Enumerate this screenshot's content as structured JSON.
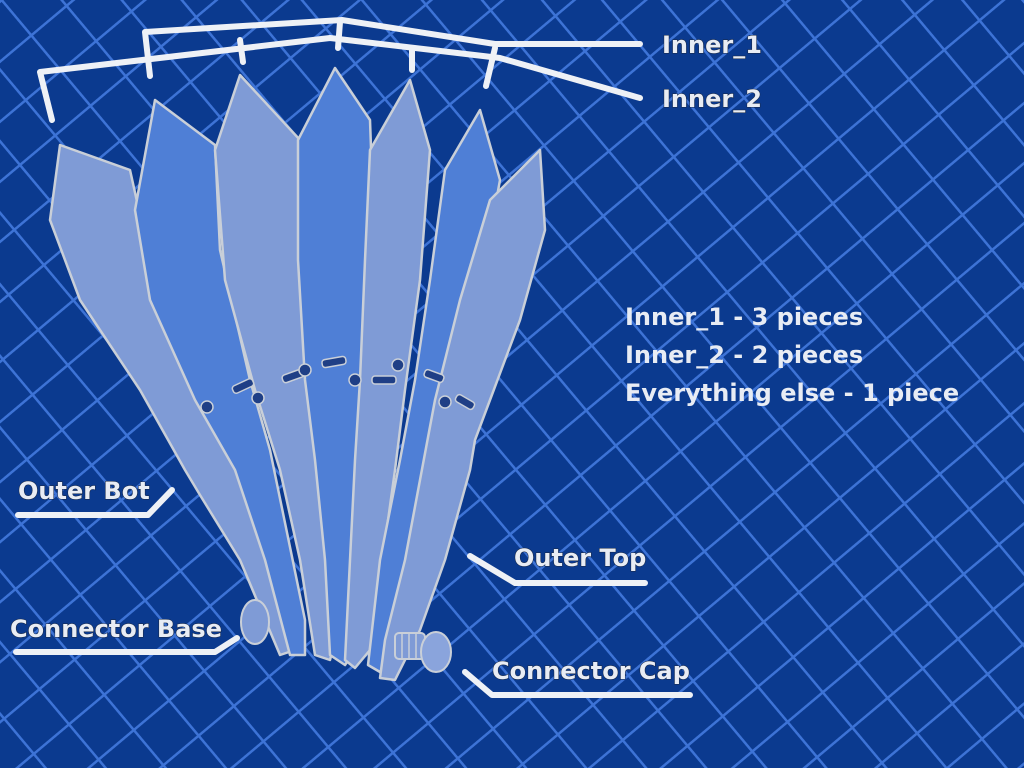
{
  "colors": {
    "background": "#0b3a8f",
    "grid": "#3d73d6",
    "blade_light": "#7f9bd6",
    "blade_mid": "#4f7fd6",
    "outline": "#c9cfd8",
    "label_text": "#e8ecf4",
    "leader_line": "#eef1f6"
  },
  "labels": {
    "inner_1": "Inner_1",
    "inner_2": "Inner_2",
    "outer_bot": "Outer Bot",
    "outer_top": "Outer Top",
    "connector_base": "Connector Base",
    "connector_cap": "Connector Cap"
  },
  "notes": [
    "Inner_1 - 3 pieces",
    "Inner_2 - 2 pieces",
    "Everything else - 1 piece"
  ]
}
